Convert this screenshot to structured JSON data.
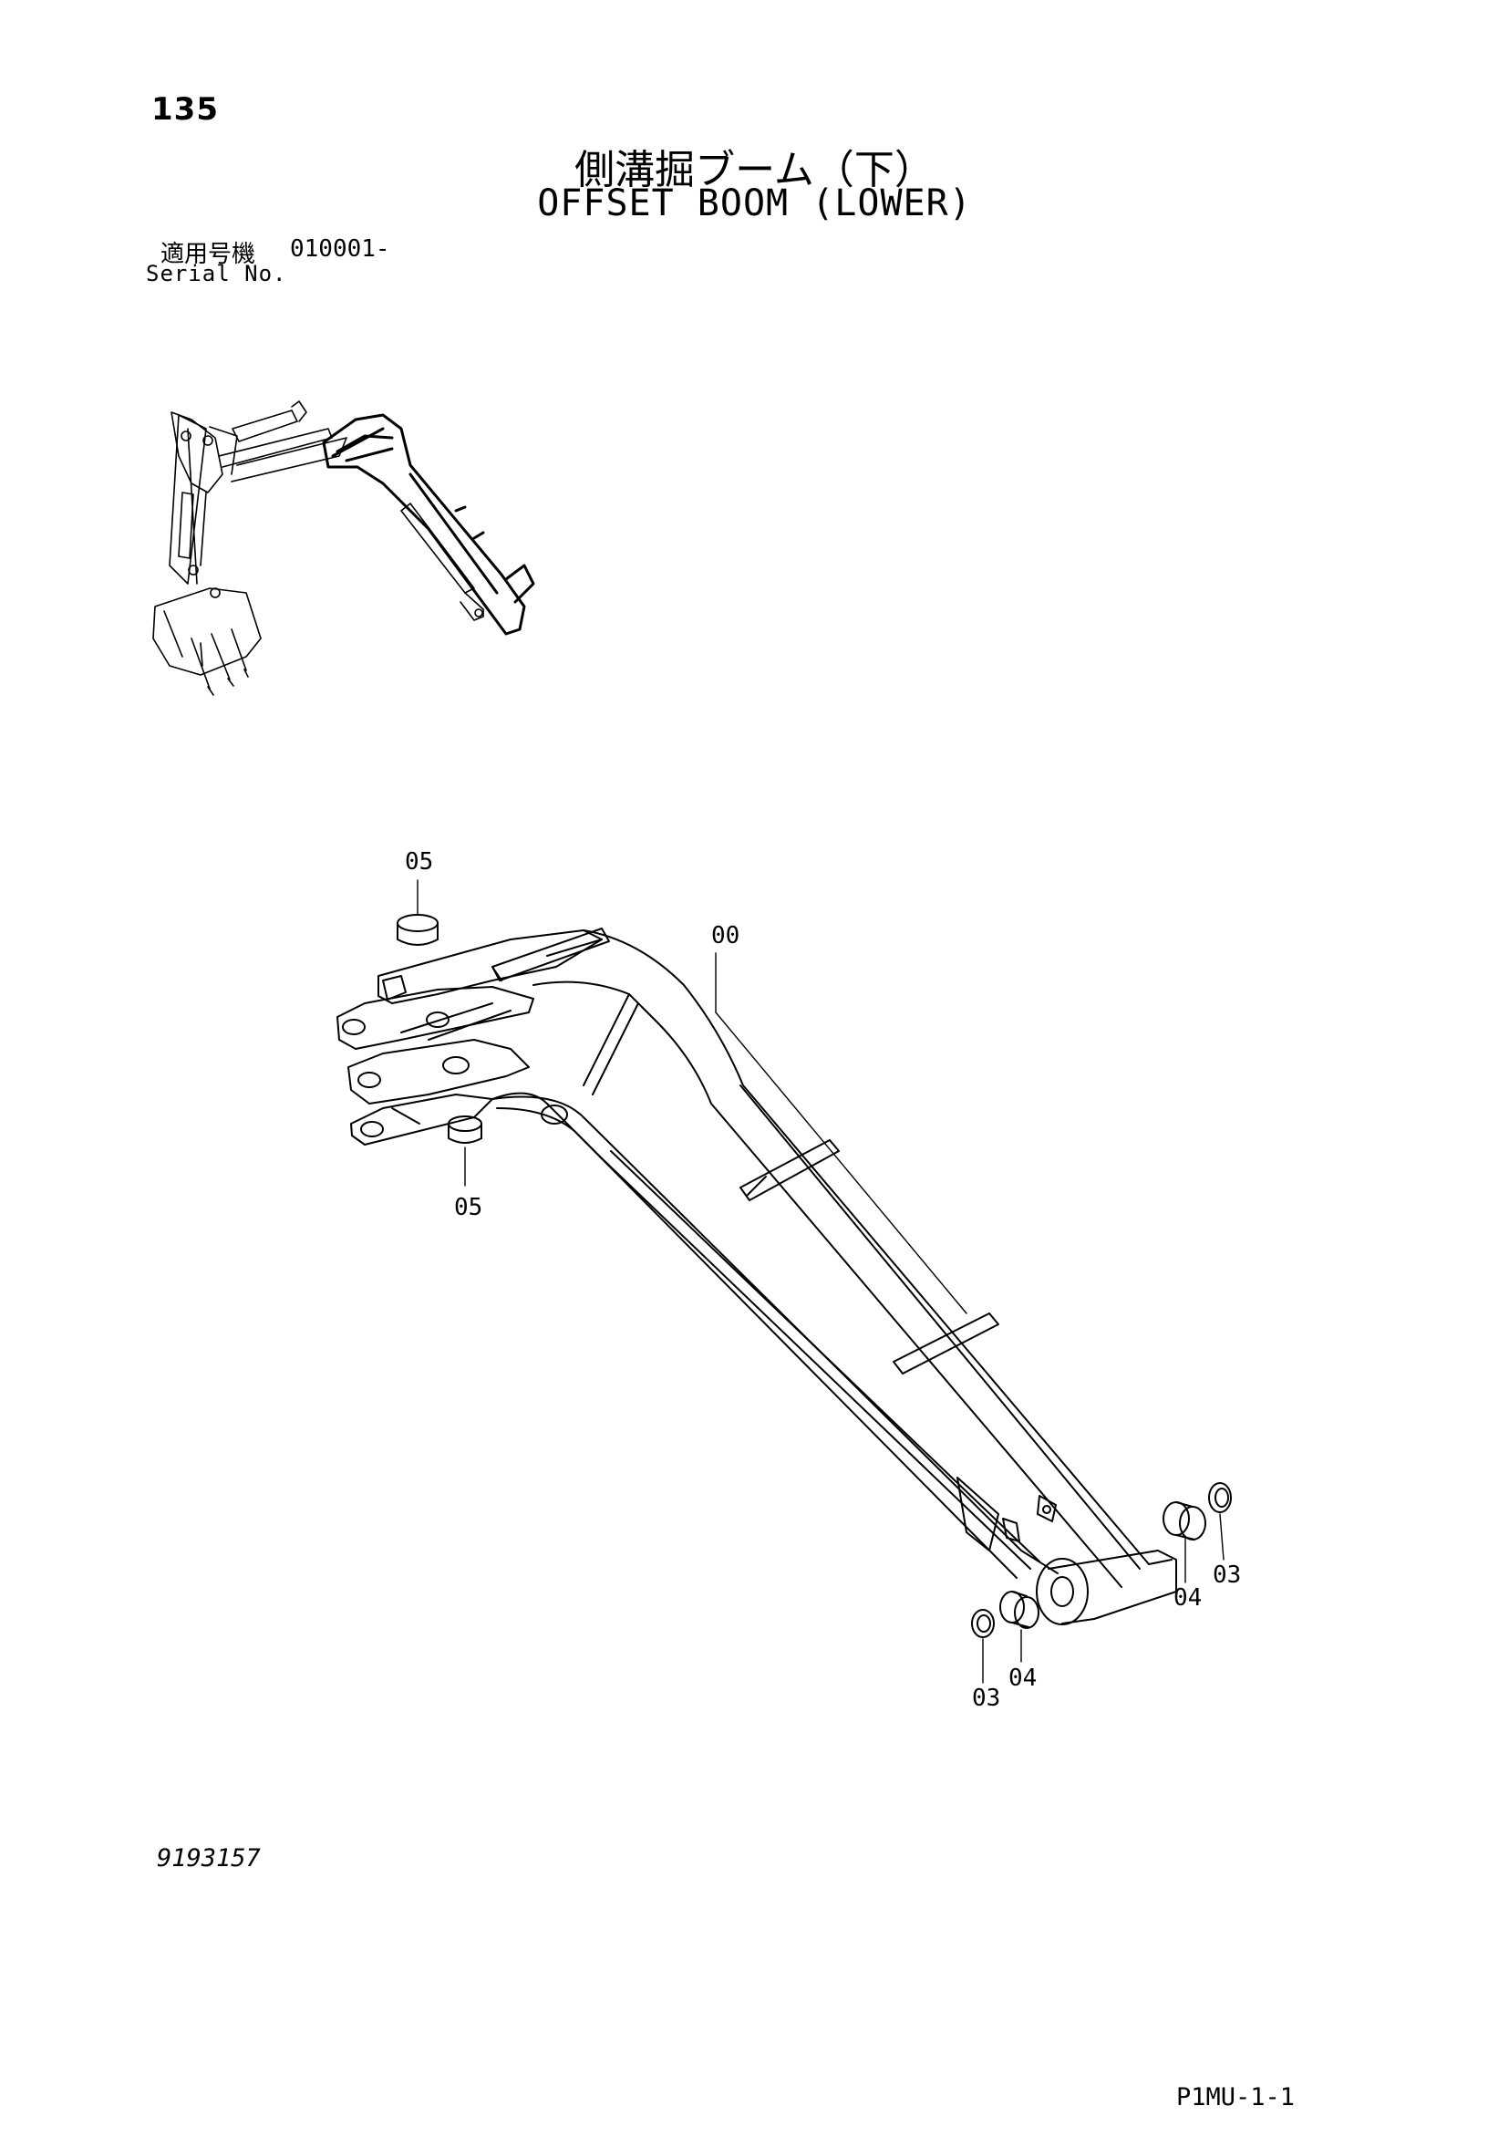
{
  "header": {
    "page_number": "135",
    "title_jp": "側溝掘ブーム（下）",
    "title_en": "OFFSET BOOM (LOWER)",
    "serial_label_jp": "適用号機",
    "serial_value": "010001-",
    "serial_label_en": "Serial No."
  },
  "callouts": {
    "c05_top": "05",
    "c05_bottom": "05",
    "c00": "00",
    "c04_right": "04",
    "c03_right": "03",
    "c03_bottom": "03",
    "c04_bottom": "04"
  },
  "footer": {
    "drawing_number": "9193157",
    "page_code": "P1MU-1-1"
  }
}
